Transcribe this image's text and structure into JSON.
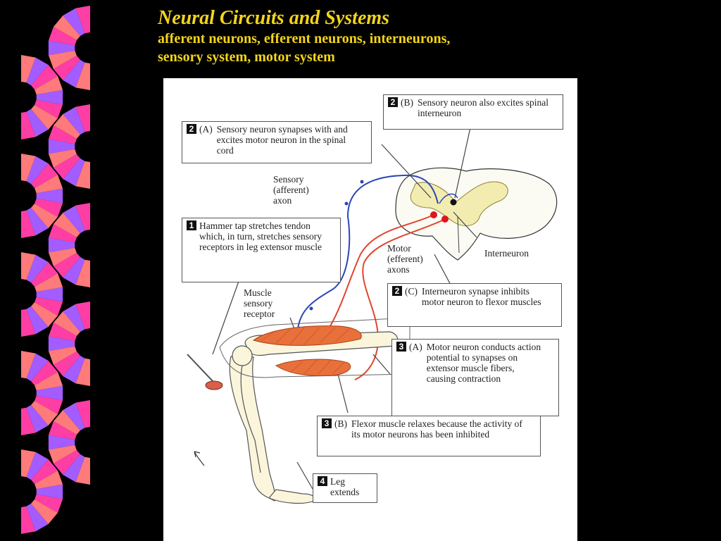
{
  "slide": {
    "title": "Neural Circuits and Systems",
    "subtitle_line1": "afferent neurons, efferent neurons, interneurons,",
    "subtitle_line2": "sensory system, motor system"
  },
  "colors": {
    "background": "#000000",
    "title": "#f3d51b",
    "ribbon_pink": "#ff3ea5",
    "ribbon_purple": "#a35cff",
    "ribbon_salmon": "#ff7a7a",
    "sensory_axon": "#2b46b8",
    "motor_axon": "#e0462d",
    "muscle": "#e8703a"
  },
  "figure": {
    "step_1": {
      "num": "1",
      "text": "Hammer tap stretches tendon which, in turn, stretches sensory receptors in leg extensor muscle"
    },
    "step_2a": {
      "num": "2",
      "sub": "(A)",
      "text": "Sensory neuron synapses with and excites motor neuron in the spinal cord"
    },
    "step_2b": {
      "num": "2",
      "sub": "(B)",
      "text": "Sensory neuron also excites spinal interneuron"
    },
    "step_2c": {
      "num": "2",
      "sub": "(C)",
      "text": "Interneuron synapse inhibits motor neuron to flexor muscles"
    },
    "step_3a": {
      "num": "3",
      "sub": "(A)",
      "text": "Motor neuron conducts action potential to synapses on extensor muscle fibers, causing contraction"
    },
    "step_3b": {
      "num": "3",
      "sub": "(B)",
      "text": "Flexor muscle relaxes because the activity of its motor neurons has been inhibited"
    },
    "step_4": {
      "num": "4",
      "text": "Leg extends"
    },
    "label_sensory": "Sensory (afferent) axon",
    "label_motor": "Motor (efferent) axons",
    "label_interneuron": "Interneuron",
    "label_receptor": "Muscle sensory receptor"
  }
}
